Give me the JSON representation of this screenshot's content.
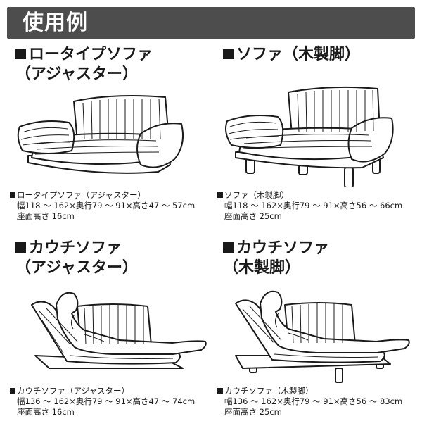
{
  "header": {
    "title": "使用例"
  },
  "items": [
    {
      "title1": "ロータイプソファ",
      "title2": "（アジャスター）",
      "spec_name": "ロータイプソファ（アジャスター）",
      "spec_dims": "幅118 ～ 162×奥行79 ～ 91×高さ47 ～ 57cm",
      "spec_seat": "座面高さ 16cm"
    },
    {
      "title1": "ソファ（木製脚）",
      "title2": "",
      "spec_name": "ソファ（木製脚）",
      "spec_dims": "幅118 ～ 162×奥行79 ～ 91×高さ56 ～ 66cm",
      "spec_seat": "座面高さ 25cm"
    },
    {
      "title1": "カウチソファ",
      "title2": "（アジャスター）",
      "spec_name": "カウチソファ（アジャスター）",
      "spec_dims": "幅136 ～ 162×奥行79 ～ 91×高さ47 ～ 74cm",
      "spec_seat": "座面高さ 16cm"
    },
    {
      "title1": "カウチソファ",
      "title2": "（木製脚）",
      "spec_name": "カウチソファ（木製脚）",
      "spec_dims": "幅136 ～ 162×奥行79 ～ 91×高さ56 ～ 83cm",
      "spec_seat": "座面高さ 25cm"
    }
  ]
}
